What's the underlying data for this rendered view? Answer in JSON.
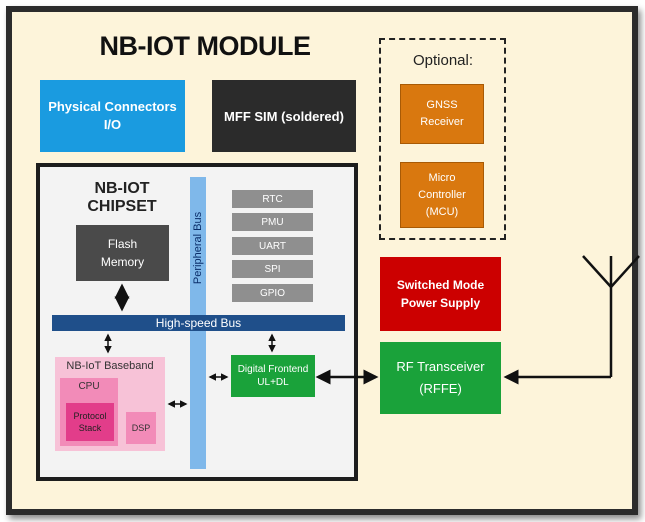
{
  "title": "NB-IOT MODULE",
  "physical_connectors": [
    "Physical Connectors",
    "I/O"
  ],
  "mff_sim": "MFF SIM (soldered)",
  "optional": {
    "label": "Optional:",
    "gnss": [
      "GNSS",
      "Receiver"
    ],
    "mcu": [
      "Micro",
      "Controller",
      "(MCU)"
    ]
  },
  "chipset": {
    "title": [
      "NB-IOT",
      "CHIPSET"
    ],
    "flash": [
      "Flash",
      "Memory"
    ],
    "peripheral_bus": "Peripheral Bus",
    "peripherals": [
      "RTC",
      "PMU",
      "UART",
      "SPI",
      "GPIO"
    ],
    "high_speed_bus": "High-speed Bus",
    "baseband": {
      "title": "NB-IoT Baseband",
      "cpu": "CPU",
      "protocol_stack": [
        "Protocol",
        "Stack"
      ],
      "dsp": "DSP"
    },
    "digital_frontend": [
      "Digital Frontend",
      "UL+DL"
    ]
  },
  "smps": [
    "Switched Mode",
    "Power Supply"
  ],
  "rf_transceiver": [
    "RF Transceiver",
    "(RFFE)"
  ]
}
